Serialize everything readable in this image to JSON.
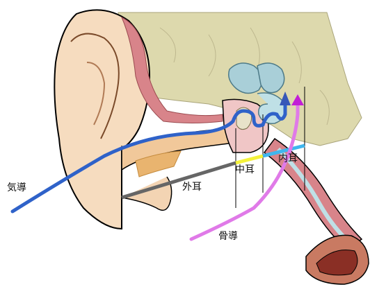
{
  "labels": {
    "air_conduction": "気導",
    "outer_ear": "外耳",
    "middle_ear": "中耳",
    "inner_ear": "内耳",
    "bone_conduction": "骨導"
  },
  "colors": {
    "air_conduction_path": "#2f62c9",
    "bone_conduction_path": "#e07ae8",
    "bone_conduction_arrow": "#c21fd6",
    "inner_ear_arrow": "#3657b8",
    "outer_ear_segment": "#666666",
    "middle_ear_segment": "#f4f23a",
    "inner_ear_segment": "#3fb6ee",
    "skin": "#f6dcbf",
    "bone": "#ddd9ad",
    "tissue": "#d8848a"
  }
}
